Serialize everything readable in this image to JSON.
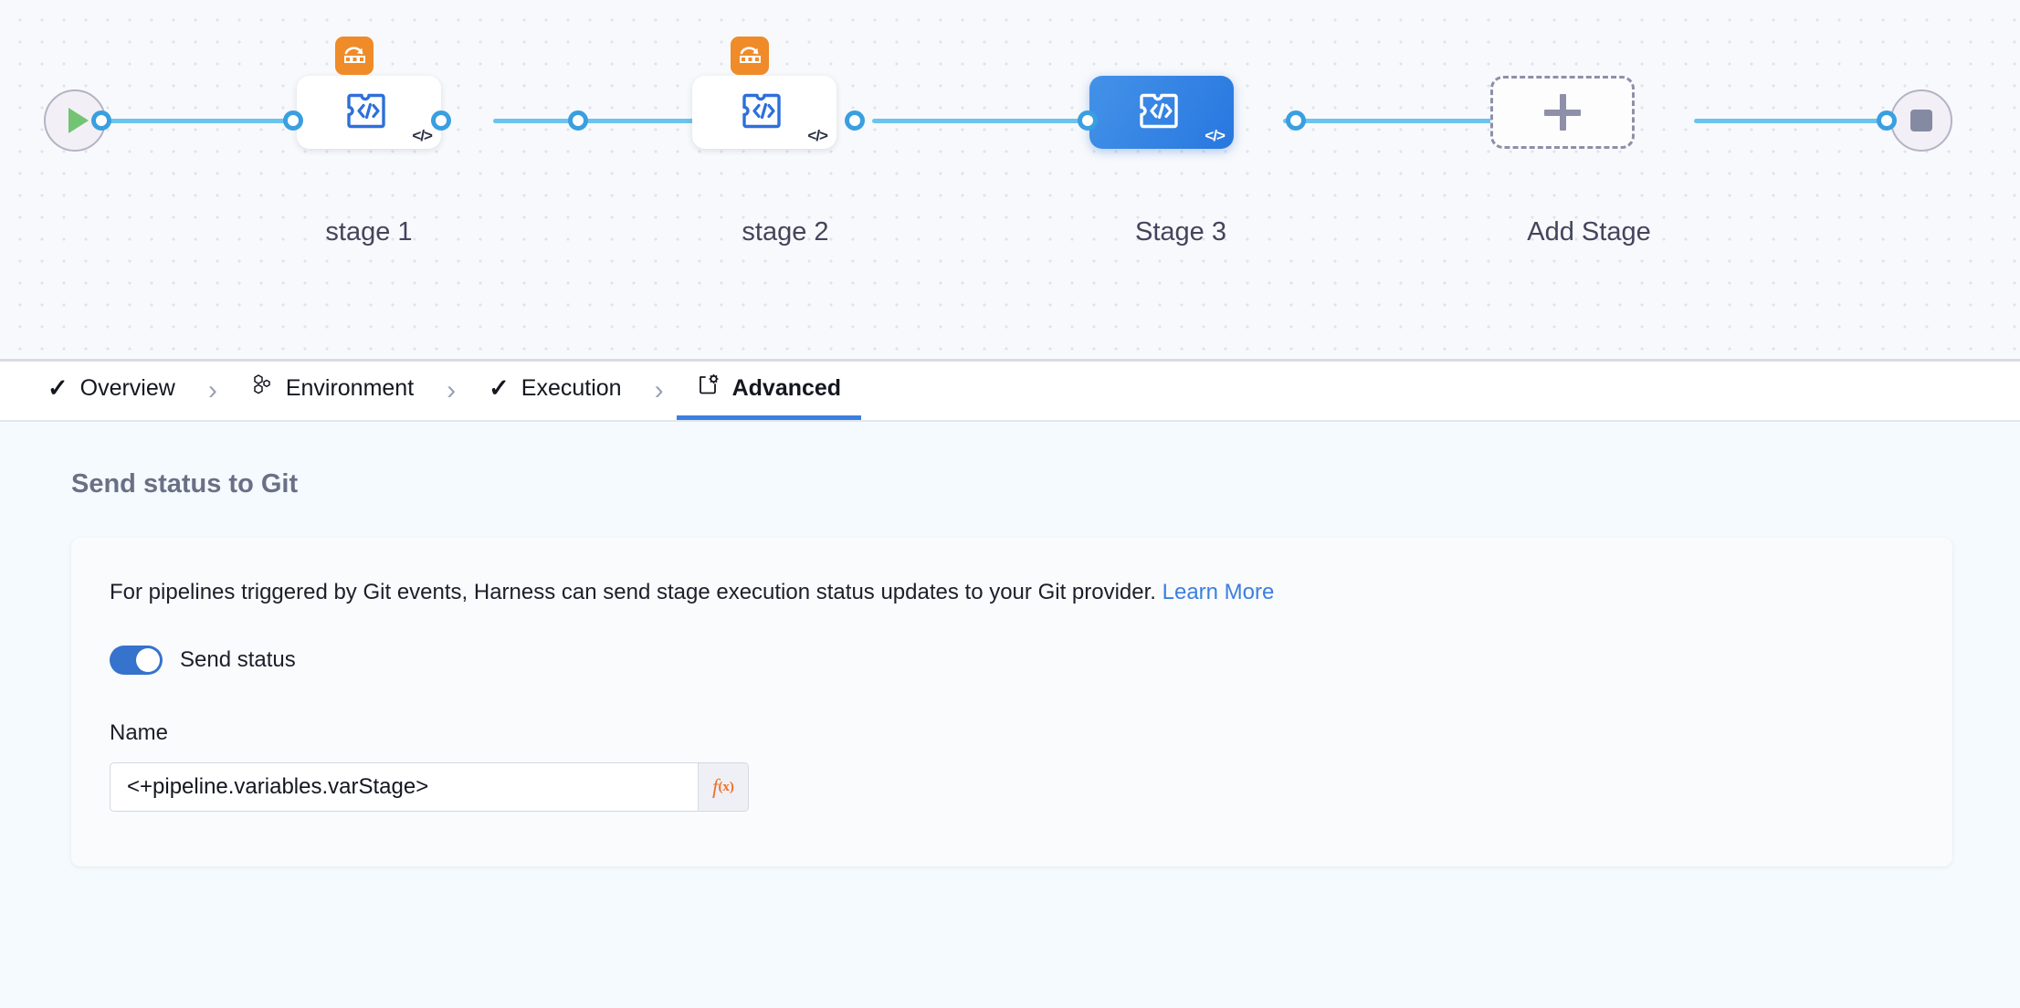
{
  "canvas": {
    "start_node": {
      "icon": "play-icon",
      "name": "pipeline-start"
    },
    "end_node": {
      "icon": "stop-icon",
      "name": "pipeline-end"
    },
    "stages": [
      {
        "label": "stage 1",
        "selected": false,
        "has_rollback_badge": true,
        "icon": "custom-stage-icon",
        "code_marker": "</>"
      },
      {
        "label": "stage 2",
        "selected": false,
        "has_rollback_badge": true,
        "icon": "custom-stage-icon",
        "code_marker": "</>"
      },
      {
        "label": "Stage 3",
        "selected": true,
        "has_rollback_badge": false,
        "icon": "custom-stage-icon",
        "code_marker": "</>"
      }
    ],
    "add_stage": {
      "label": "Add Stage",
      "icon": "plus-icon"
    }
  },
  "tabs": [
    {
      "label": "Overview",
      "icon": "check-icon",
      "active": false,
      "separator_after": true
    },
    {
      "label": "Environment",
      "icon": "hexagons-icon",
      "active": false,
      "separator_after": true
    },
    {
      "label": "Execution",
      "icon": "check-icon",
      "active": false,
      "separator_after": true
    },
    {
      "label": "Advanced",
      "icon": "page-gear-icon",
      "active": true,
      "separator_after": false
    }
  ],
  "separator_glyph": "›",
  "check_glyph": "✓",
  "main": {
    "section_title": "Send status to Git",
    "description": "For pipelines triggered by Git events, Harness can send stage execution status updates to your Git provider.",
    "learn_more": "Learn More",
    "toggle": {
      "label": "Send status",
      "enabled": true
    },
    "name_field": {
      "label": "Name",
      "value": "<+pipeline.variables.varStage>",
      "placeholder": "",
      "fx_label": "f",
      "fx_sub": "(x)"
    }
  },
  "colors": {
    "accent_blue": "#3b7fe0",
    "rail_blue": "#6cc3ee",
    "selected_node": "#2877e0",
    "rollback_orange": "#ef8b28",
    "fx_orange": "#f0702a",
    "toggle_on": "#3573cc",
    "page_bg": "#f4fafd",
    "canvas_bg": "#f7f9fc"
  }
}
